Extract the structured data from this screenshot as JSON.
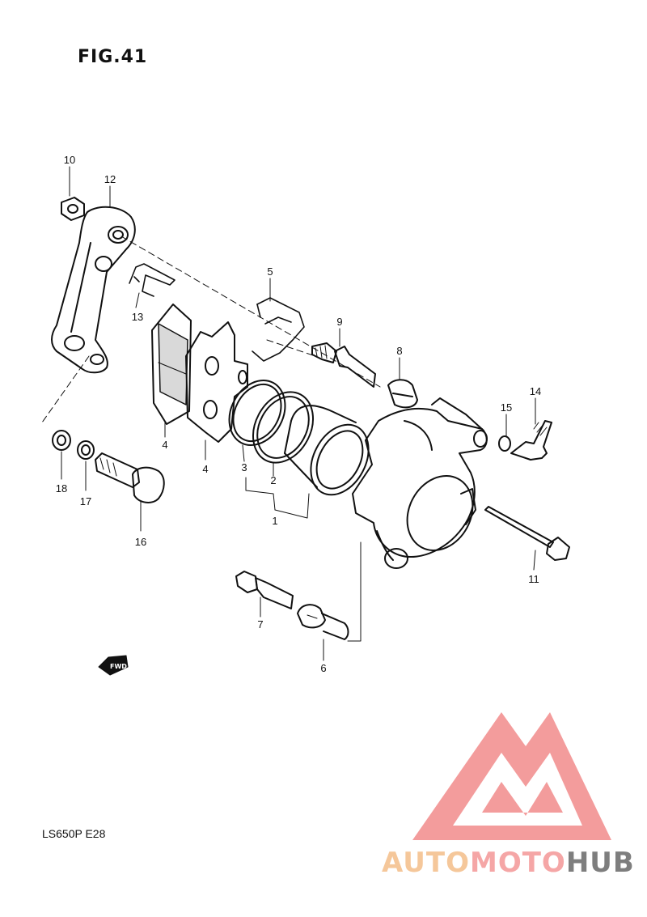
{
  "figure": {
    "title": "FIG.41",
    "model_code": "LS650P  E28"
  },
  "fwd_label": "FWD",
  "callouts": [
    {
      "id": "c10",
      "text": "10"
    },
    {
      "id": "c12",
      "text": "12"
    },
    {
      "id": "c5",
      "text": "5"
    },
    {
      "id": "c13",
      "text": "13"
    },
    {
      "id": "c9",
      "text": "9"
    },
    {
      "id": "c8",
      "text": "8"
    },
    {
      "id": "c14",
      "text": "14"
    },
    {
      "id": "c15",
      "text": "15"
    },
    {
      "id": "c4a",
      "text": "4"
    },
    {
      "id": "c4b",
      "text": "4"
    },
    {
      "id": "c3",
      "text": "3"
    },
    {
      "id": "c2",
      "text": "2"
    },
    {
      "id": "c1",
      "text": "1"
    },
    {
      "id": "c18",
      "text": "18"
    },
    {
      "id": "c17",
      "text": "17"
    },
    {
      "id": "c16",
      "text": "16"
    },
    {
      "id": "c11",
      "text": "11"
    },
    {
      "id": "c7",
      "text": "7"
    },
    {
      "id": "c6",
      "text": "6"
    }
  ],
  "watermark": {
    "part1": "AUTO",
    "part2": "MOTO",
    "part3": "HUB",
    "colors": {
      "logo": "#f28b8b",
      "auto": "#f5c79a",
      "moto": "#f5a6a6",
      "hub": "#7e7e7e"
    }
  },
  "colors": {
    "ink": "#111111",
    "pad": "#d9d9d9",
    "background": "#ffffff"
  }
}
